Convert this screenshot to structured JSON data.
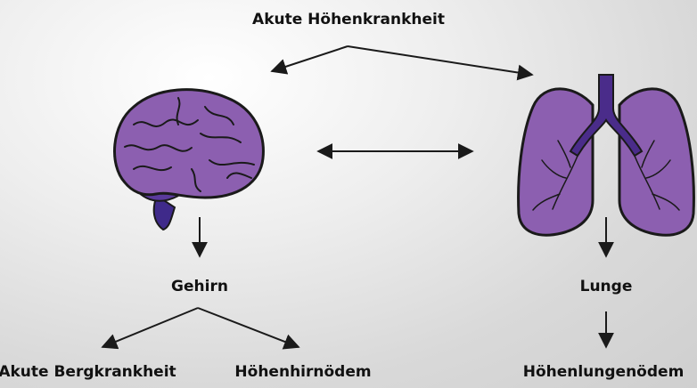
{
  "diagram": {
    "title": "Akute Höhenkrankheit",
    "organs": {
      "brain_label": "Gehirn",
      "lung_label": "Lunge"
    },
    "conditions": {
      "brain_left": "Akute Bergkrankheit",
      "brain_right": "Höhenhirnödem",
      "lung": "Höhenlungenödem"
    },
    "colors": {
      "organ_fill": "#8c5fb0",
      "organ_dark": "#4a2c8a",
      "outline": "#1a1a1a",
      "arrow": "#1a1a1a"
    }
  }
}
